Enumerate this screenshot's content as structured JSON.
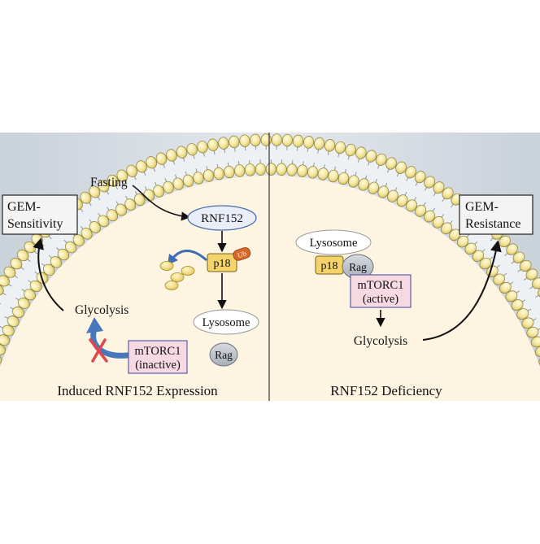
{
  "left_panel": {
    "caption": "Induced RNF152 Expression",
    "fasting_label": "Fasting",
    "outcome": [
      "GEM-",
      "Sensitivity"
    ],
    "rnf152_label": "RNF152",
    "p18_label": "p18",
    "ub_label": "Ub",
    "lysosome_label": "Lysosome",
    "rag_label": "Rag",
    "glycolysis_label": "Glycolysis",
    "mtorc1": [
      "mTORC1",
      "(inactive)"
    ]
  },
  "right_panel": {
    "caption": "RNF152 Deficiency",
    "outcome": [
      "GEM-",
      "Resistance"
    ],
    "lysosome_label": "Lysosome",
    "p18_label": "p18",
    "rag_label": "Rag",
    "mtorc1": [
      "mTORC1",
      "(active)"
    ],
    "glycolysis_label": "Glycolysis"
  },
  "colors": {
    "background": "#d6dde4",
    "cytoplasm": "#fdf5e2",
    "lipid_head": "#f5e9a8",
    "p18_fill": "#f4d36a",
    "ub_fill": "#d8682a",
    "mtorc1_fill": "#f7d9e1",
    "rag_fill": "#c3c8cf",
    "rnf152_fill": "#e9eef8",
    "inhibit_mark": "#e0474c",
    "blue_arrow": "#4777bd"
  }
}
